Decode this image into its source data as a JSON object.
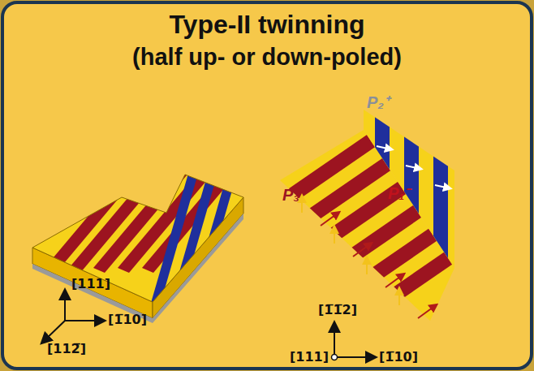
{
  "diagram": {
    "title": "Type-II twinning",
    "labels": [
      "(half up- or down-poled)",
      "[111]",
      "[1̅10]",
      "[112̅]",
      "P₂⁺",
      "P₃⁺",
      "P₁⁻",
      "[1̅1̅2]",
      "[111]",
      "[1̅10]"
    ]
  }
}
